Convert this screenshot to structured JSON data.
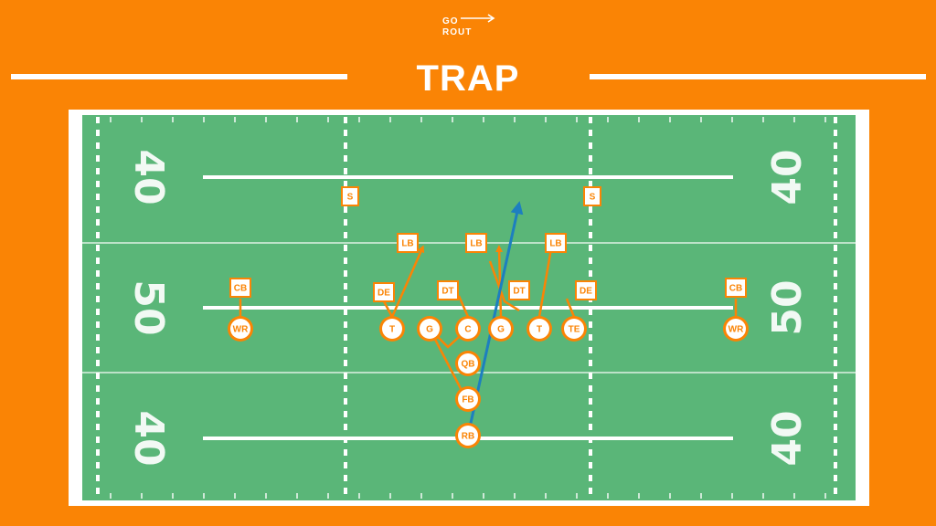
{
  "logo": {
    "line1": "GO",
    "line2": "ROUT"
  },
  "title": "TRAP",
  "colors": {
    "background": "#fa8405",
    "field": "#5ab678",
    "line": "#ffffff",
    "player": "#fa8405",
    "ball_carrier_path": "#1d7fbf"
  },
  "field": {
    "yard_labels": {
      "left": [
        "40",
        "50",
        "40"
      ],
      "right": [
        "40",
        "50",
        "40"
      ]
    }
  },
  "offense": [
    {
      "id": "wr_left",
      "label": "WR"
    },
    {
      "id": "lt",
      "label": "T"
    },
    {
      "id": "lg",
      "label": "G"
    },
    {
      "id": "c",
      "label": "C"
    },
    {
      "id": "rg",
      "label": "G"
    },
    {
      "id": "rt",
      "label": "T"
    },
    {
      "id": "te",
      "label": "TE"
    },
    {
      "id": "wr_right",
      "label": "WR"
    },
    {
      "id": "qb",
      "label": "QB"
    },
    {
      "id": "fb",
      "label": "FB"
    },
    {
      "id": "rb",
      "label": "RB"
    }
  ],
  "defense": [
    {
      "id": "cb_left",
      "label": "CB"
    },
    {
      "id": "de_left",
      "label": "DE"
    },
    {
      "id": "dt_left",
      "label": "DT"
    },
    {
      "id": "dt_right",
      "label": "DT"
    },
    {
      "id": "de_right",
      "label": "DE"
    },
    {
      "id": "cb_right",
      "label": "CB"
    },
    {
      "id": "lb_left",
      "label": "LB"
    },
    {
      "id": "lb_mid",
      "label": "LB"
    },
    {
      "id": "lb_right",
      "label": "LB"
    },
    {
      "id": "s_left",
      "label": "S"
    },
    {
      "id": "s_right",
      "label": "S"
    }
  ]
}
